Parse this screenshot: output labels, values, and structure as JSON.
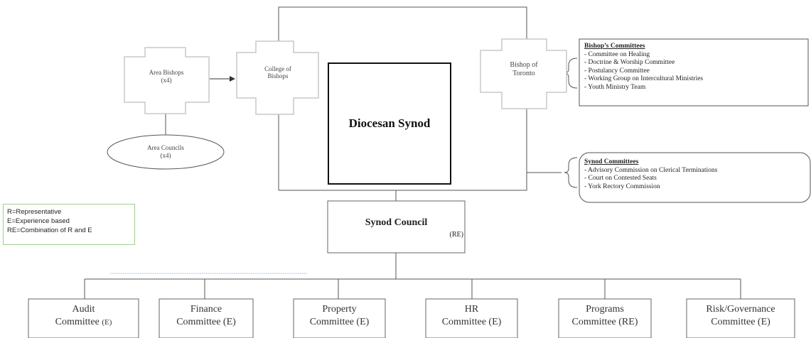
{
  "area_bishops": {
    "label": "Area Bishops",
    "count": "(x4)"
  },
  "college_of_bishops": {
    "label": "College of Bishops"
  },
  "bishop_of_toronto": {
    "label": "Bishop of Toronto"
  },
  "area_councils": {
    "label": "Area Councils",
    "count": "(x4)"
  },
  "diocesan_synod": {
    "label": "Diocesan Synod"
  },
  "synod_council": {
    "label": "Synod Council",
    "code": "(RE)"
  },
  "bishops_committees": {
    "title": "Bishop’s Committees",
    "items": [
      "- Committee on Healing",
      "- Doctrine & Worship Committee",
      "- Postulancy Committee",
      "- Working Group on Intercultural Ministries",
      "- Youth Ministry Team"
    ]
  },
  "synod_committees": {
    "title": "Synod Committees",
    "items": [
      "- Advisory Commission on Clerical Terminations",
      "- Court on Contested Seats",
      "- York Rectory Commission"
    ]
  },
  "legend": {
    "items": [
      "R=Representative",
      "E=Experience based",
      "RE=Combination of R and E"
    ]
  },
  "committees": [
    {
      "name": "Audit",
      "line2": "Committee",
      "code": "(E)"
    },
    {
      "name": "Finance",
      "line2": "Committee",
      "code": "(E)"
    },
    {
      "name": "Property",
      "line2": "Committee",
      "code": "(E)"
    },
    {
      "name": "HR",
      "line2": "Committee",
      "code": "(E)"
    },
    {
      "name": "Programs",
      "line2": "Committee",
      "code": "(RE)"
    },
    {
      "name": "Risk/Governance",
      "line2": "Committee",
      "code": "(E)"
    }
  ],
  "colors": {
    "line": "#555555",
    "cross_border": "#c8c8c8",
    "legend_border": "#9fd08a",
    "divider": "#a9c4e0"
  }
}
